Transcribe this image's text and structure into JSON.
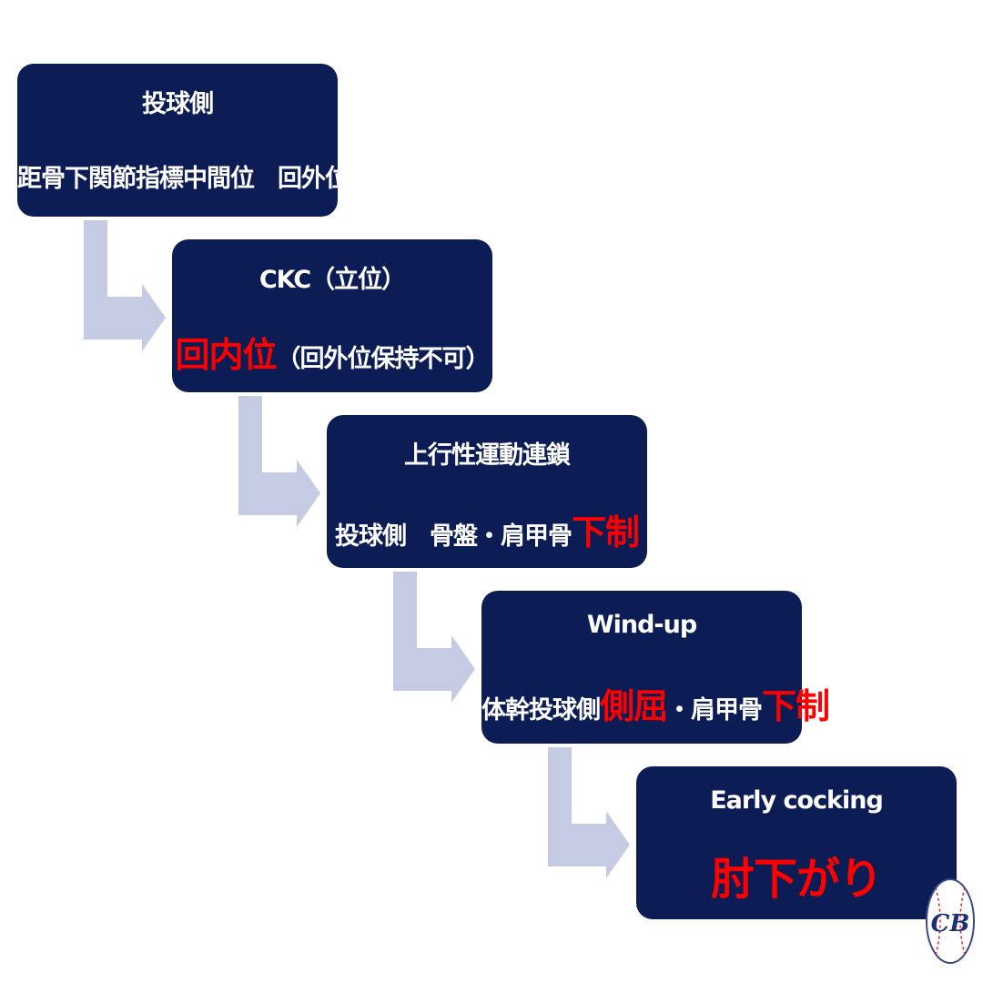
{
  "flow": {
    "steps": [
      {
        "title": "投球側",
        "detail": [
          {
            "text": "距骨下関節指標中間位　回外位",
            "highlight": false
          }
        ]
      },
      {
        "title": "CKC（立位）",
        "detail": [
          {
            "text": "回内位",
            "highlight": true
          },
          {
            "text": "（回外位保持不可）",
            "highlight": false
          }
        ]
      },
      {
        "title": "上行性運動連鎖",
        "detail": [
          {
            "text": "投球側　骨盤・肩甲骨",
            "highlight": false
          },
          {
            "text": "下制",
            "highlight": true
          }
        ]
      },
      {
        "title": "Wind-up",
        "detail": [
          {
            "text": "体幹投球側",
            "highlight": false
          },
          {
            "text": "側屈",
            "highlight": true
          },
          {
            "text": "・肩甲骨",
            "highlight": false
          },
          {
            "text": "下制",
            "highlight": true
          }
        ]
      },
      {
        "title": "Early cocking",
        "detail": [
          {
            "text": "肘下がり",
            "highlight": true
          }
        ]
      }
    ]
  },
  "colors": {
    "box": "#0c1c55",
    "arrow": "#c4cbe2",
    "highlight": "#ff0000",
    "text": "#ffffff"
  },
  "logo": {
    "icon": "baseball-logo-icon",
    "letters": "CB"
  }
}
